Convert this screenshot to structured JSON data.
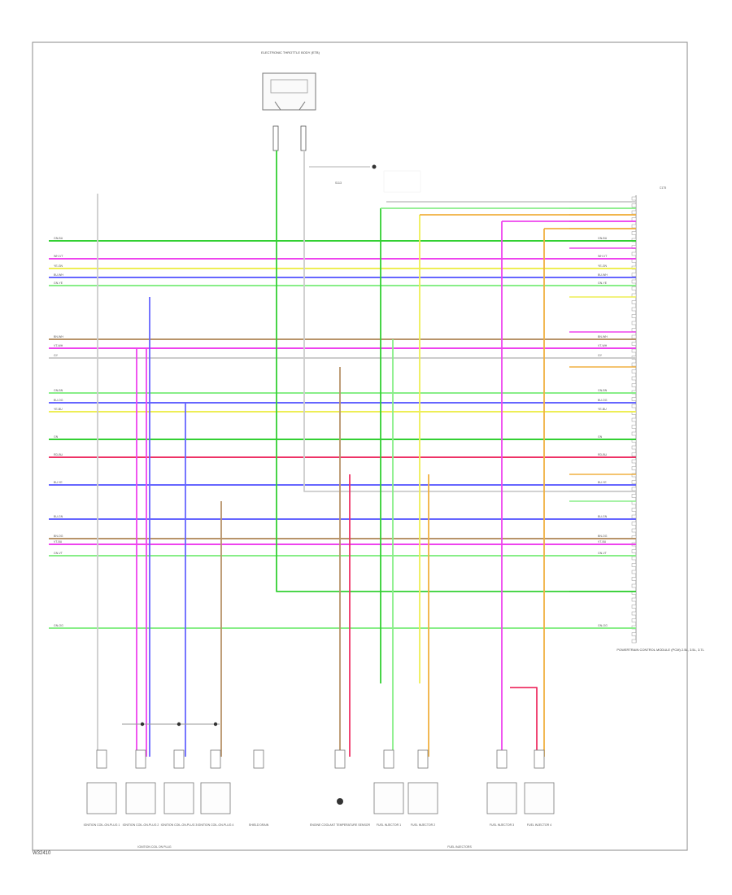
{
  "page_id": "W32410",
  "connector_header": "C175",
  "right_module_label": "POWERTRAIN CONTROL MODULE (PCM) 2.5L, 3.5L, 3.7L",
  "top_module_label": "ELECTRONIC THROTTLE BODY (ETB)",
  "splice_label": "S113",
  "bottom_groups": [
    {
      "text": "IGNITION COIL ON PLUG"
    },
    {
      "text": "FUEL INJECTORS"
    }
  ],
  "bottom_components": [
    {
      "text": "IGNITION COIL-ON-PLUG 1"
    },
    {
      "text": "IGNITION COIL-ON-PLUG 2"
    },
    {
      "text": "IGNITION COIL-ON-PLUG 3"
    },
    {
      "text": "IGNITION COIL-ON-PLUG 4"
    },
    {
      "text": "SHIELD DRAIN"
    },
    {
      "text": "ENGINE COOLANT TEMPERATURE SENSOR"
    },
    {
      "text": "FUEL INJECTOR 1"
    },
    {
      "text": "FUEL INJECTOR 2"
    },
    {
      "text": "FUEL INJECTOR 3"
    },
    {
      "text": "FUEL INJECTOR 4"
    }
  ],
  "wire_colors": {
    "green": "#33d033",
    "pink": "#ee44ee",
    "yellow": "#eeee55",
    "blue": "#6666ff",
    "lightgreen": "#88ee88",
    "brown": "#b8946a",
    "orange": "#f0b040",
    "red": "#ee3366",
    "gray": "#cccccc"
  },
  "wires": [
    {
      "color": "green",
      "label": "GN-BU"
    },
    {
      "color": "pink",
      "label": "WH-VT"
    },
    {
      "color": "yellow",
      "label": "YE-GN"
    },
    {
      "color": "blue",
      "label": "BU-WH"
    },
    {
      "color": "lightgreen",
      "label": "GN-YE"
    },
    {
      "color": "brown",
      "label": "BN-WH"
    },
    {
      "color": "pink",
      "label": "VT-WH"
    },
    {
      "color": "gray",
      "label": "GY"
    },
    {
      "color": "lightgreen",
      "label": "GN-BN"
    },
    {
      "color": "blue",
      "label": "BU-OG"
    },
    {
      "color": "yellow",
      "label": "YE-BU"
    },
    {
      "color": "green",
      "label": "GN"
    },
    {
      "color": "red",
      "label": "RD-BU"
    },
    {
      "color": "blue",
      "label": "BU-YE"
    },
    {
      "color": "blue",
      "label": "BU-GN"
    },
    {
      "color": "brown",
      "label": "BN-OG"
    },
    {
      "color": "pink",
      "label": "VT-BU"
    },
    {
      "color": "lightgreen",
      "label": "GN-VT"
    },
    {
      "color": "lightgreen",
      "label": "GN-OG"
    }
  ]
}
